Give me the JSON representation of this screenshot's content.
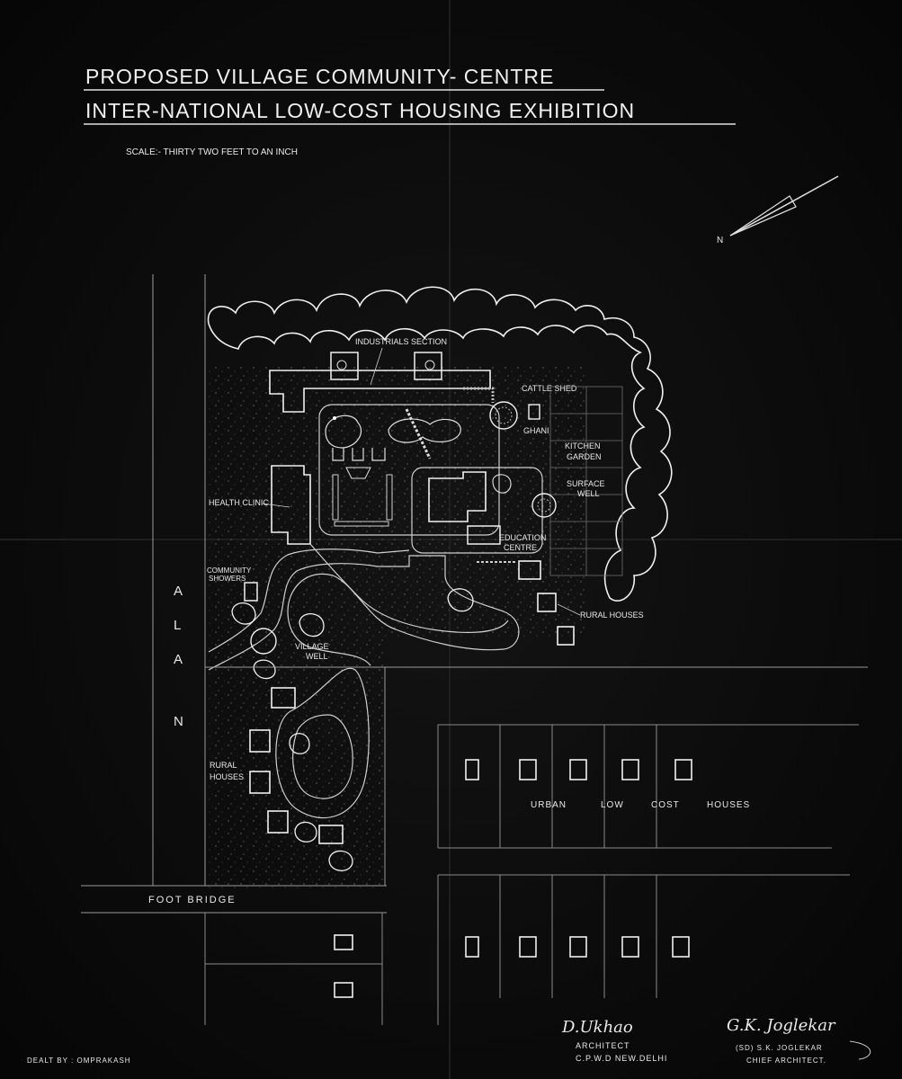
{
  "title": {
    "line1": "PROPOSED VILLAGE COMMUNITY- CENTRE",
    "line2": "INTER-NATIONAL LOW-COST HOUSING EXHIBITION"
  },
  "scale": "SCALE:- THIRTY TWO FEET TO AN INCH",
  "north_label": "N",
  "labels": {
    "industrials_section": "INDUSTRIALS SECTION",
    "cattle_shed": "CATTLE SHED",
    "ghani": "GHANI",
    "kitchen": "KITCHEN",
    "garden": "GARDEN",
    "health_clinic": "HEALTH CLINIC",
    "surface": "SURFACE",
    "well": "WELL",
    "education": "EDUCATION",
    "centre": "CENTRE",
    "community": "COMMUNITY",
    "showers": "SHOWERS",
    "rural_houses_right": "RURAL HOUSES",
    "village": "VILLAGE",
    "village_well": "WELL",
    "rural": "RURAL",
    "houses": "HOUSES",
    "nala_n": "N",
    "nala_a1": "A",
    "nala_l": "L",
    "nala_a2": "A",
    "urban": "URBAN",
    "low": "LOW",
    "cost": "COST",
    "urban_houses": "HOUSES",
    "foot_bridge": "FOOT BRIDGE"
  },
  "footer": {
    "dealt_by": "DEALT BY : OMPRAKASH",
    "signature_left": "D.Ukhao",
    "architect": "ARCHITECT",
    "cpwd": "C.P.W.D NEW.DELHI",
    "signature_right": "G.K. Joglekar",
    "chief_name": "(SD) S.K. JOGLEKAR",
    "chief_title": "CHIEF ARCHITECT."
  }
}
